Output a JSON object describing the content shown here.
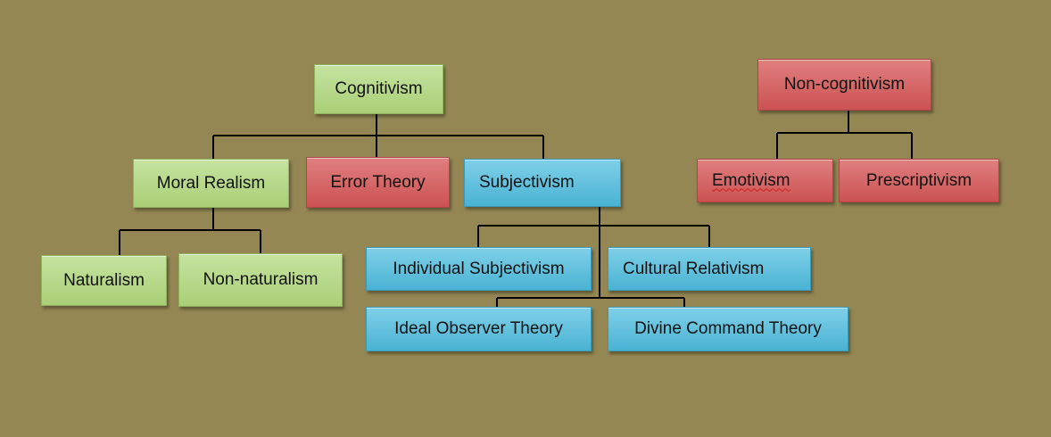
{
  "nodes": {
    "cognitivism": "Cognitivism",
    "moral_realism": "Moral Realism",
    "error_theory": "Error Theory",
    "subjectivism": "Subjectivism",
    "naturalism": "Naturalism",
    "non_naturalism": "Non-naturalism",
    "individual_subjectivism": "Individual Subjectivism",
    "cultural_relativism": "Cultural Relativism",
    "ideal_observer_theory": "Ideal Observer Theory",
    "divine_command_theory": "Divine Command Theory",
    "non_cognitivism": "Non-cognitivism",
    "emotivism": "Emotivism",
    "prescriptivism": "Prescriptivism"
  },
  "colors": {
    "background": "#948753",
    "green": "#b5d988",
    "red": "#d36565",
    "blue": "#5cc0dd",
    "connector": "#000000"
  }
}
